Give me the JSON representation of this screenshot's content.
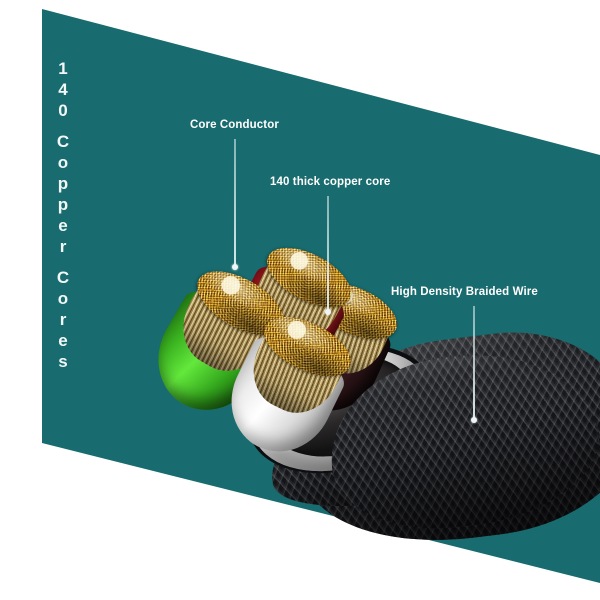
{
  "theme": {
    "background": "#ffffff",
    "panel_color": "#186b6e",
    "text_color": "#ffffff",
    "leader_color": "#eef6f7"
  },
  "headline": {
    "name": "vertical-headline",
    "text": "140 Copper Cores",
    "characters": [
      "1",
      "4",
      "0",
      " ",
      "C",
      "o",
      "p",
      "p",
      "e",
      "r",
      " ",
      "C",
      "o",
      "r",
      "e",
      "s"
    ]
  },
  "callouts": [
    {
      "id": "core-conductor",
      "label": "Core Conductor"
    },
    {
      "id": "thick-copper-core",
      "label": "140 thick copper core"
    },
    {
      "id": "braided-wire",
      "label": "High Density Braided Wire"
    }
  ],
  "product": {
    "name": "braided-usb-cable-cutaway",
    "sheath": {
      "name": "high-density-braided-sheath",
      "color": "#15161a"
    },
    "jacket": {
      "name": "white-inner-jacket",
      "color": "#e9e9e9"
    },
    "conductors": [
      {
        "name": "green-conductor",
        "insulation_color": "#3fc423",
        "strand_color": "#b79a55"
      },
      {
        "name": "red-conductor",
        "insulation_color": "#c4262c",
        "strand_color": "#b79a55"
      },
      {
        "name": "white-conductor",
        "insulation_color": "#f2f2f2",
        "strand_color": "#b79a55"
      },
      {
        "name": "black-conductor",
        "insulation_color": "#241316",
        "strand_color": "#b79a55"
      }
    ]
  }
}
